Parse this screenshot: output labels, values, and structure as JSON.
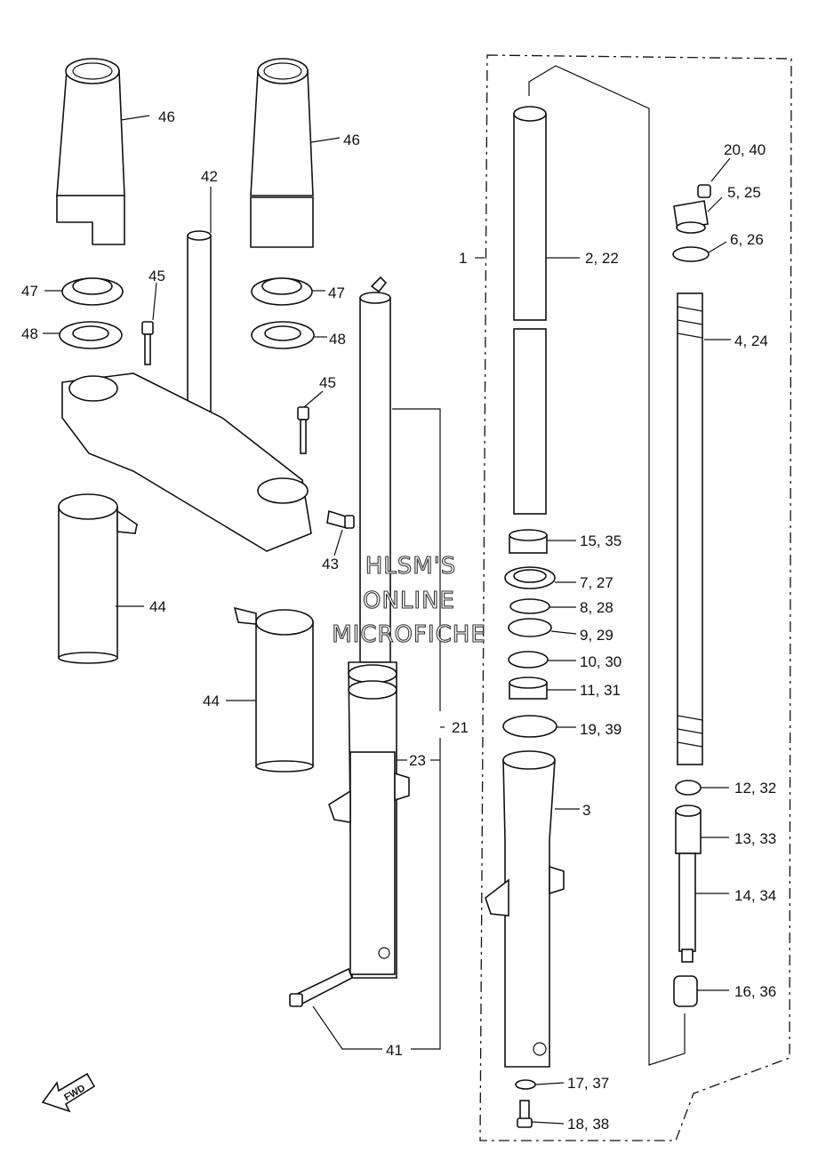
{
  "callouts": {
    "c46a": "46",
    "c46b": "46",
    "c42": "42",
    "c47a": "47",
    "c47b": "47",
    "c48a": "48",
    "c48b": "48",
    "c45a": "45",
    "c45b": "45",
    "c43": "43",
    "c44a": "44",
    "c44b": "44",
    "c1": "1",
    "c2_22": "2, 22",
    "c3": "3",
    "c4_24": "4, 24",
    "c5_25": "5, 25",
    "c6_26": "6, 26",
    "c7_27": "7, 27",
    "c8_28": "8, 28",
    "c9_29": "9, 29",
    "c10_30": "10, 30",
    "c11_31": "11, 31",
    "c12_32": "12, 32",
    "c13_33": "13, 33",
    "c14_34": "14, 34",
    "c15_35": "15, 35",
    "c16_36": "16, 36",
    "c17_37": "17, 37",
    "c18_38": "18, 38",
    "c19_39": "19, 39",
    "c20_40": "20, 40",
    "c21": "21",
    "c23": "23",
    "c41": "41"
  },
  "watermark": {
    "line1": "HLSM'S",
    "line2": "ONLINE",
    "line3": "MICROFICHE"
  },
  "fwd_label": "FWD"
}
